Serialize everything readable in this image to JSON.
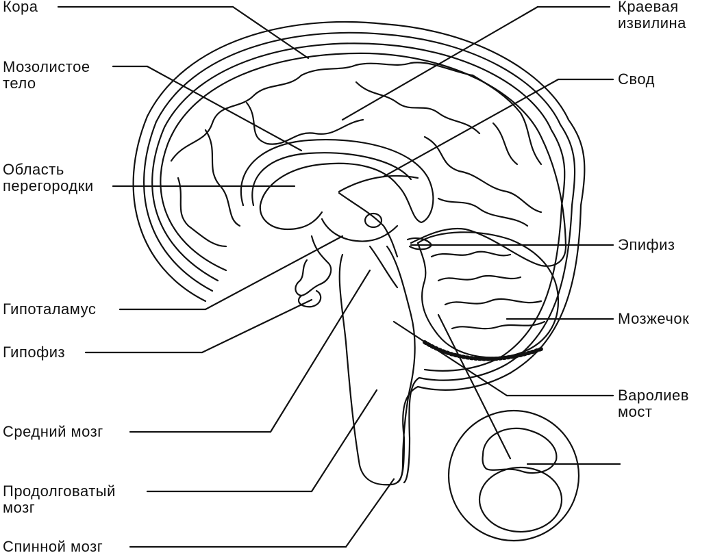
{
  "labels": {
    "kora": "Кора",
    "corpus_callosum": [
      "Мозолистое",
      "тело"
    ],
    "septum": [
      "Область",
      "перегородки"
    ],
    "hypothalamus": "Гипоталамус",
    "pituitary": "Гипофиз",
    "midbrain": "Средний мозг",
    "medulla": [
      "Продолговатый",
      "мозг"
    ],
    "spinal_cord": "Спинной мозг",
    "limbic_gyrus": [
      "Краевая",
      "извилина"
    ],
    "fornix": "Свод",
    "pineal": "Эпифиз",
    "cerebellum": "Мозжечок",
    "pons": [
      "Варолиев",
      "мост"
    ]
  },
  "colors": {
    "ink": "#111111",
    "paper": "#ffffff"
  }
}
